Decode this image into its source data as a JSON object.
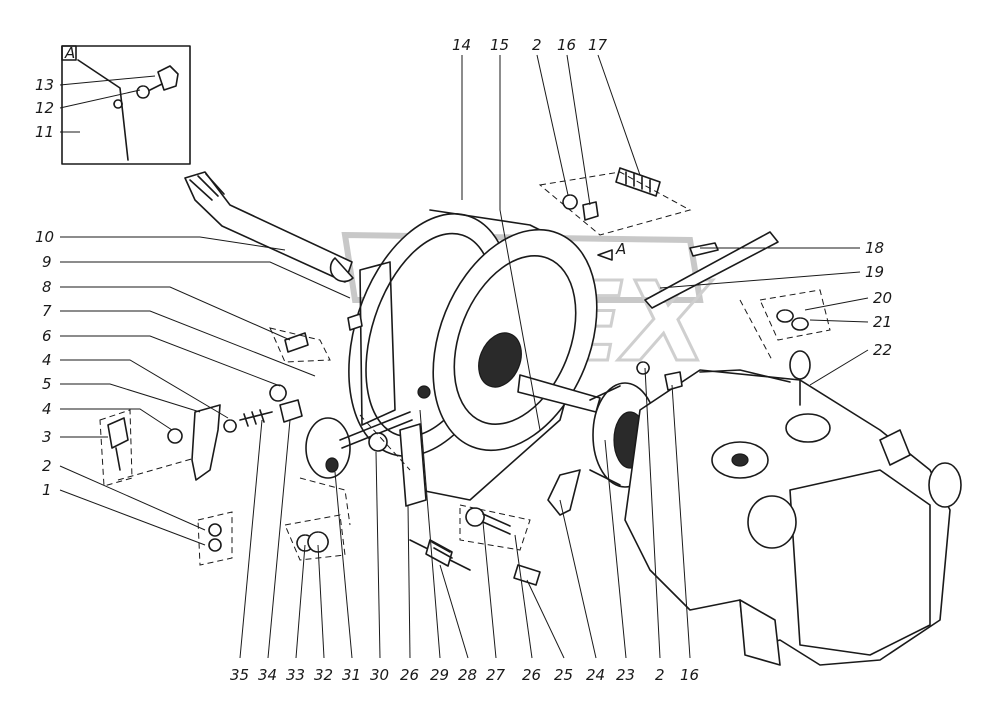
{
  "inset": {
    "label": "А"
  },
  "callouts": {
    "top": [
      "14",
      "15",
      "2",
      "16",
      "17"
    ],
    "left": [
      "10",
      "9",
      "8",
      "7",
      "6",
      "4",
      "5",
      "4",
      "3",
      "2",
      "1"
    ],
    "inset_left": [
      "13",
      "12",
      "11"
    ],
    "right": [
      "18",
      "19",
      "20",
      "21",
      "22"
    ],
    "bottom": [
      "35",
      "34",
      "33",
      "32",
      "31",
      "30",
      "26",
      "29",
      "28",
      "27",
      "26",
      "25",
      "24",
      "23",
      "2",
      "16"
    ]
  },
  "view_marker": "А",
  "watermark": "OREX",
  "colors": {
    "ink": "#1a1a1a",
    "paper": "#ffffff",
    "watermark": "#c8c8c8"
  }
}
